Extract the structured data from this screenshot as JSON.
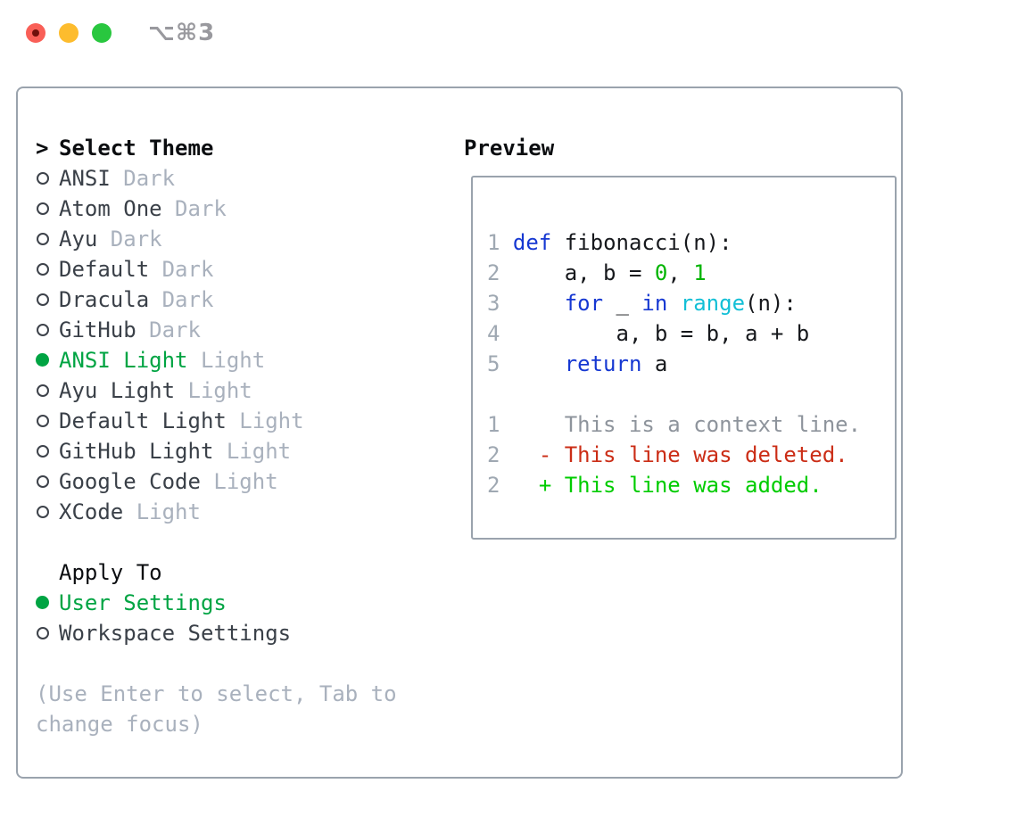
{
  "colors": {
    "border": "#9aa3ad",
    "heading": "#0b0d10",
    "text": "#3a4048",
    "muted": "#a9b1bd",
    "lineno": "#9fa8b2",
    "context": "#8e949c",
    "select-green": "#00a443",
    "added-green": "#00cc00",
    "num-green": "#00b400",
    "deleted-red": "#cb2d16",
    "keyword-blue": "#1638d2",
    "func-cyan": "#12bfd6",
    "code-text": "#16181c",
    "light-red": "#f95f57",
    "light-red-dot": "#6f100b",
    "light-yellow": "#fdbc2e",
    "light-green": "#29c73f",
    "shortcut": "#99999e"
  },
  "titlebar": {
    "shortcut": "⌥⌘3"
  },
  "left_panel": {
    "title_marker": ">",
    "title": "Select Theme",
    "themes": [
      {
        "name": "ANSI",
        "tag": "Dark",
        "selected": false
      },
      {
        "name": "Atom One",
        "tag": "Dark",
        "selected": false
      },
      {
        "name": "Ayu",
        "tag": "Dark",
        "selected": false
      },
      {
        "name": "Default",
        "tag": "Dark",
        "selected": false
      },
      {
        "name": "Dracula",
        "tag": "Dark",
        "selected": false
      },
      {
        "name": "GitHub",
        "tag": "Dark",
        "selected": false
      },
      {
        "name": "ANSI Light",
        "tag": "Light",
        "selected": true
      },
      {
        "name": "Ayu Light",
        "tag": "Light",
        "selected": false
      },
      {
        "name": "Default Light",
        "tag": "Light",
        "selected": false
      },
      {
        "name": "GitHub Light",
        "tag": "Light",
        "selected": false
      },
      {
        "name": "Google Code",
        "tag": "Light",
        "selected": false
      },
      {
        "name": "XCode",
        "tag": "Light",
        "selected": false
      }
    ],
    "apply_to": {
      "title": "Apply To",
      "options": [
        {
          "label": "User Settings",
          "selected": true
        },
        {
          "label": "Workspace Settings",
          "selected": false
        }
      ]
    },
    "hint_lines": [
      "(Use Enter to select, Tab to",
      "change focus)"
    ]
  },
  "preview": {
    "title": "Preview",
    "lines": [
      {
        "segments": [
          {
            "t": "1 ",
            "c": "ln"
          },
          {
            "t": "def",
            "c": "kw"
          },
          {
            "t": " fibonacci(n):",
            "c": "pl"
          }
        ]
      },
      {
        "segments": [
          {
            "t": "2 ",
            "c": "ln"
          },
          {
            "t": "    a, b = ",
            "c": "pl"
          },
          {
            "t": "0",
            "c": "num"
          },
          {
            "t": ", ",
            "c": "pl"
          },
          {
            "t": "1",
            "c": "num"
          }
        ]
      },
      {
        "segments": [
          {
            "t": "3 ",
            "c": "ln"
          },
          {
            "t": "    ",
            "c": "pl"
          },
          {
            "t": "for",
            "c": "kw"
          },
          {
            "t": " _ ",
            "c": "pl"
          },
          {
            "t": "in",
            "c": "kw"
          },
          {
            "t": " ",
            "c": "pl"
          },
          {
            "t": "range",
            "c": "fn"
          },
          {
            "t": "(n):",
            "c": "pl"
          }
        ]
      },
      {
        "segments": [
          {
            "t": "4 ",
            "c": "ln"
          },
          {
            "t": "        a, b = b, a + b",
            "c": "pl"
          }
        ]
      },
      {
        "segments": [
          {
            "t": "5 ",
            "c": "ln"
          },
          {
            "t": "    ",
            "c": "pl"
          },
          {
            "t": "return",
            "c": "kw"
          },
          {
            "t": " a",
            "c": "pl"
          }
        ]
      },
      {
        "segments": []
      },
      {
        "segments": [
          {
            "t": "1",
            "c": "ln"
          },
          {
            "t": "     ",
            "c": "pl"
          },
          {
            "t": "This is a context line.",
            "c": "ctx"
          }
        ]
      },
      {
        "segments": [
          {
            "t": "2",
            "c": "ln"
          },
          {
            "t": "   ",
            "c": "pl"
          },
          {
            "t": "- This line was deleted.",
            "c": "del"
          }
        ]
      },
      {
        "segments": [
          {
            "t": "2",
            "c": "ln"
          },
          {
            "t": "   ",
            "c": "pl"
          },
          {
            "t": "+ This line was added.",
            "c": "add"
          }
        ]
      }
    ]
  }
}
